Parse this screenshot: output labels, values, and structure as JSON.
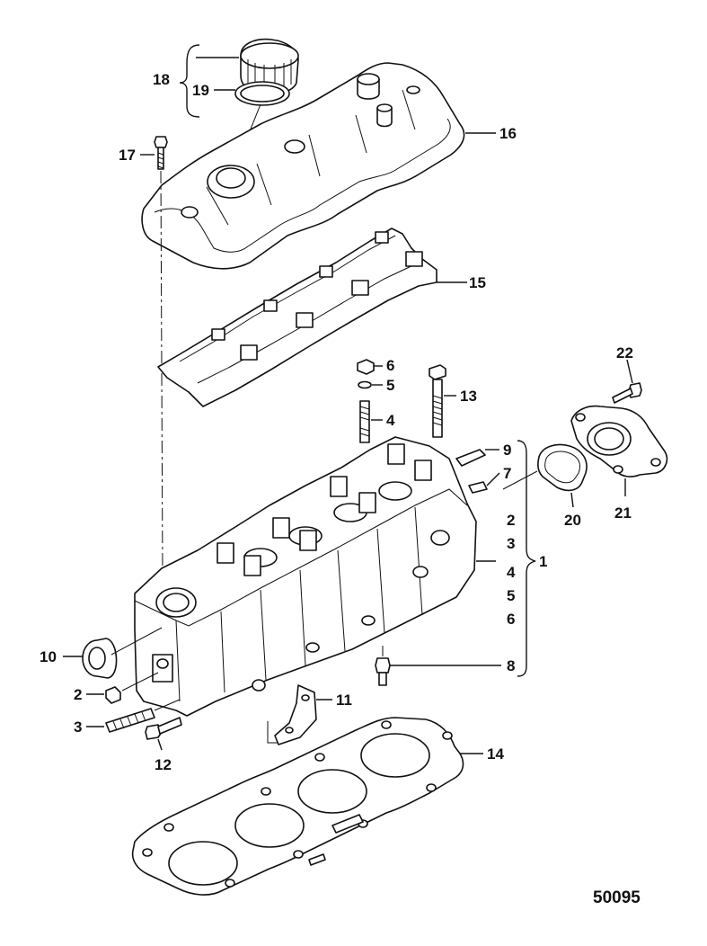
{
  "callouts": [
    {
      "id": "c1",
      "text": "1"
    },
    {
      "id": "c2a",
      "text": "2"
    },
    {
      "id": "c2b",
      "text": "2"
    },
    {
      "id": "c3a",
      "text": "3"
    },
    {
      "id": "c3b",
      "text": "3"
    },
    {
      "id": "c4a",
      "text": "4"
    },
    {
      "id": "c4b",
      "text": "4"
    },
    {
      "id": "c5a",
      "text": "5"
    },
    {
      "id": "c5b",
      "text": "5"
    },
    {
      "id": "c6a",
      "text": "6"
    },
    {
      "id": "c6b",
      "text": "6"
    },
    {
      "id": "c7",
      "text": "7"
    },
    {
      "id": "c8",
      "text": "8"
    },
    {
      "id": "c9",
      "text": "9"
    },
    {
      "id": "c10",
      "text": "10"
    },
    {
      "id": "c11",
      "text": "11"
    },
    {
      "id": "c12",
      "text": "12"
    },
    {
      "id": "c13",
      "text": "13"
    },
    {
      "id": "c14",
      "text": "14"
    },
    {
      "id": "c15",
      "text": "15"
    },
    {
      "id": "c16",
      "text": "16"
    },
    {
      "id": "c17",
      "text": "17"
    },
    {
      "id": "c18",
      "text": "18"
    },
    {
      "id": "c19",
      "text": "19"
    },
    {
      "id": "c20",
      "text": "20"
    },
    {
      "id": "c21",
      "text": "21"
    },
    {
      "id": "c22",
      "text": "22"
    }
  ],
  "reference_number": "50095"
}
